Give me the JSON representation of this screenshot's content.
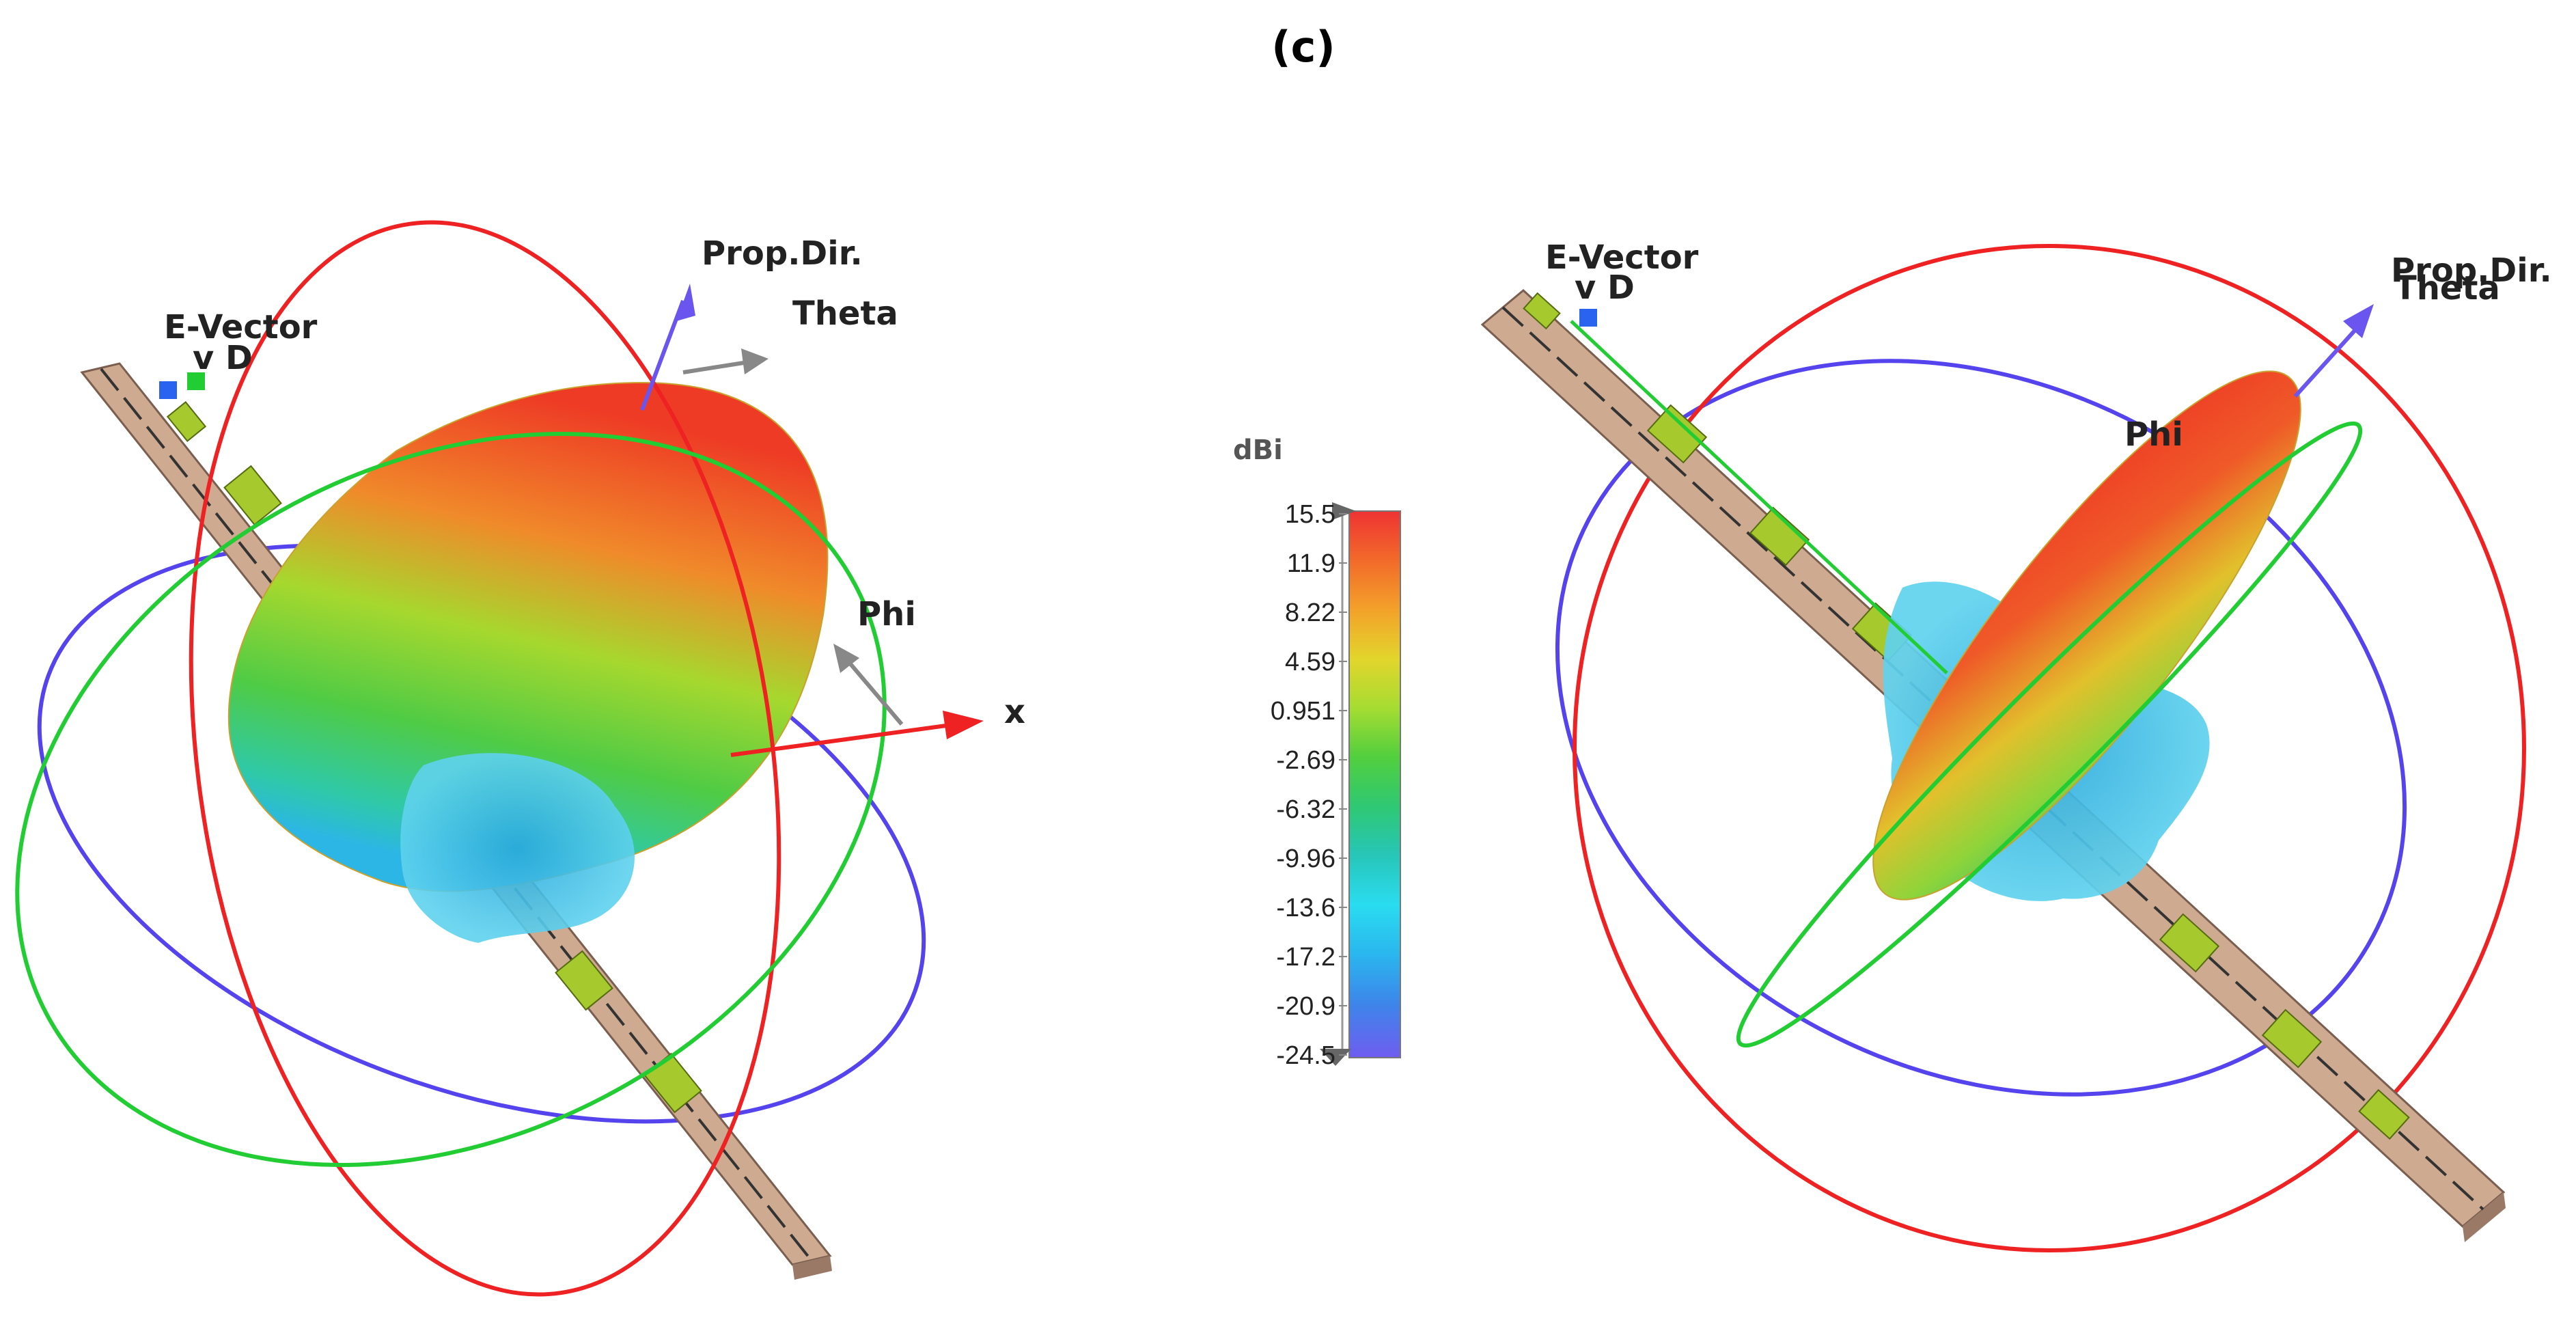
{
  "figure": {
    "label": "(c)"
  },
  "colorbar": {
    "unit": "dBi",
    "ticks": [
      "15.5",
      "11.9",
      "8.22",
      "4.59",
      "0.951",
      "-2.69",
      "-6.32",
      "-9.96",
      "-13.6",
      "-17.2",
      "-20.9",
      "-24.5"
    ],
    "range": [
      -24.5,
      15.5
    ],
    "colors": [
      "#ee3333",
      "#f26a2a",
      "#f3a12a",
      "#e3d52c",
      "#a6dc32",
      "#52cf3e",
      "#2fc873",
      "#27c6b8",
      "#2adcf0",
      "#2ab7ee",
      "#3d86ea",
      "#6f5df0"
    ]
  },
  "left_plot": {
    "labels": {
      "prop_dir": "Prop.Dir.",
      "theta": "Theta",
      "e_vector": "E-Vector",
      "vd": "v D",
      "phi": "Phi",
      "x": "x"
    },
    "colors": {
      "ring_red": "#ee2222",
      "ring_green": "#22cc33",
      "ring_blue": "#5544ee",
      "beam_hi": "#ee3b25",
      "beam_mid": "#9fdb2e",
      "beam_lo": "#2bc0e0",
      "substrate": "#cdaa90",
      "patch": "#a6c92e"
    }
  },
  "right_plot": {
    "labels": {
      "prop_dir": "Prop.Dir.",
      "theta": "Theta",
      "e_vector": "E-Vector",
      "vd": "v D",
      "phi": "Phi"
    },
    "colors": {
      "ring_red": "#ee2222",
      "ring_green": "#22cc33",
      "ring_blue": "#5544ee",
      "beam_hi": "#ee3b25",
      "beam_mid": "#9fdb2e",
      "beam_lo": "#2bc0e0",
      "substrate": "#cdaa90",
      "patch": "#a6c92e"
    }
  }
}
